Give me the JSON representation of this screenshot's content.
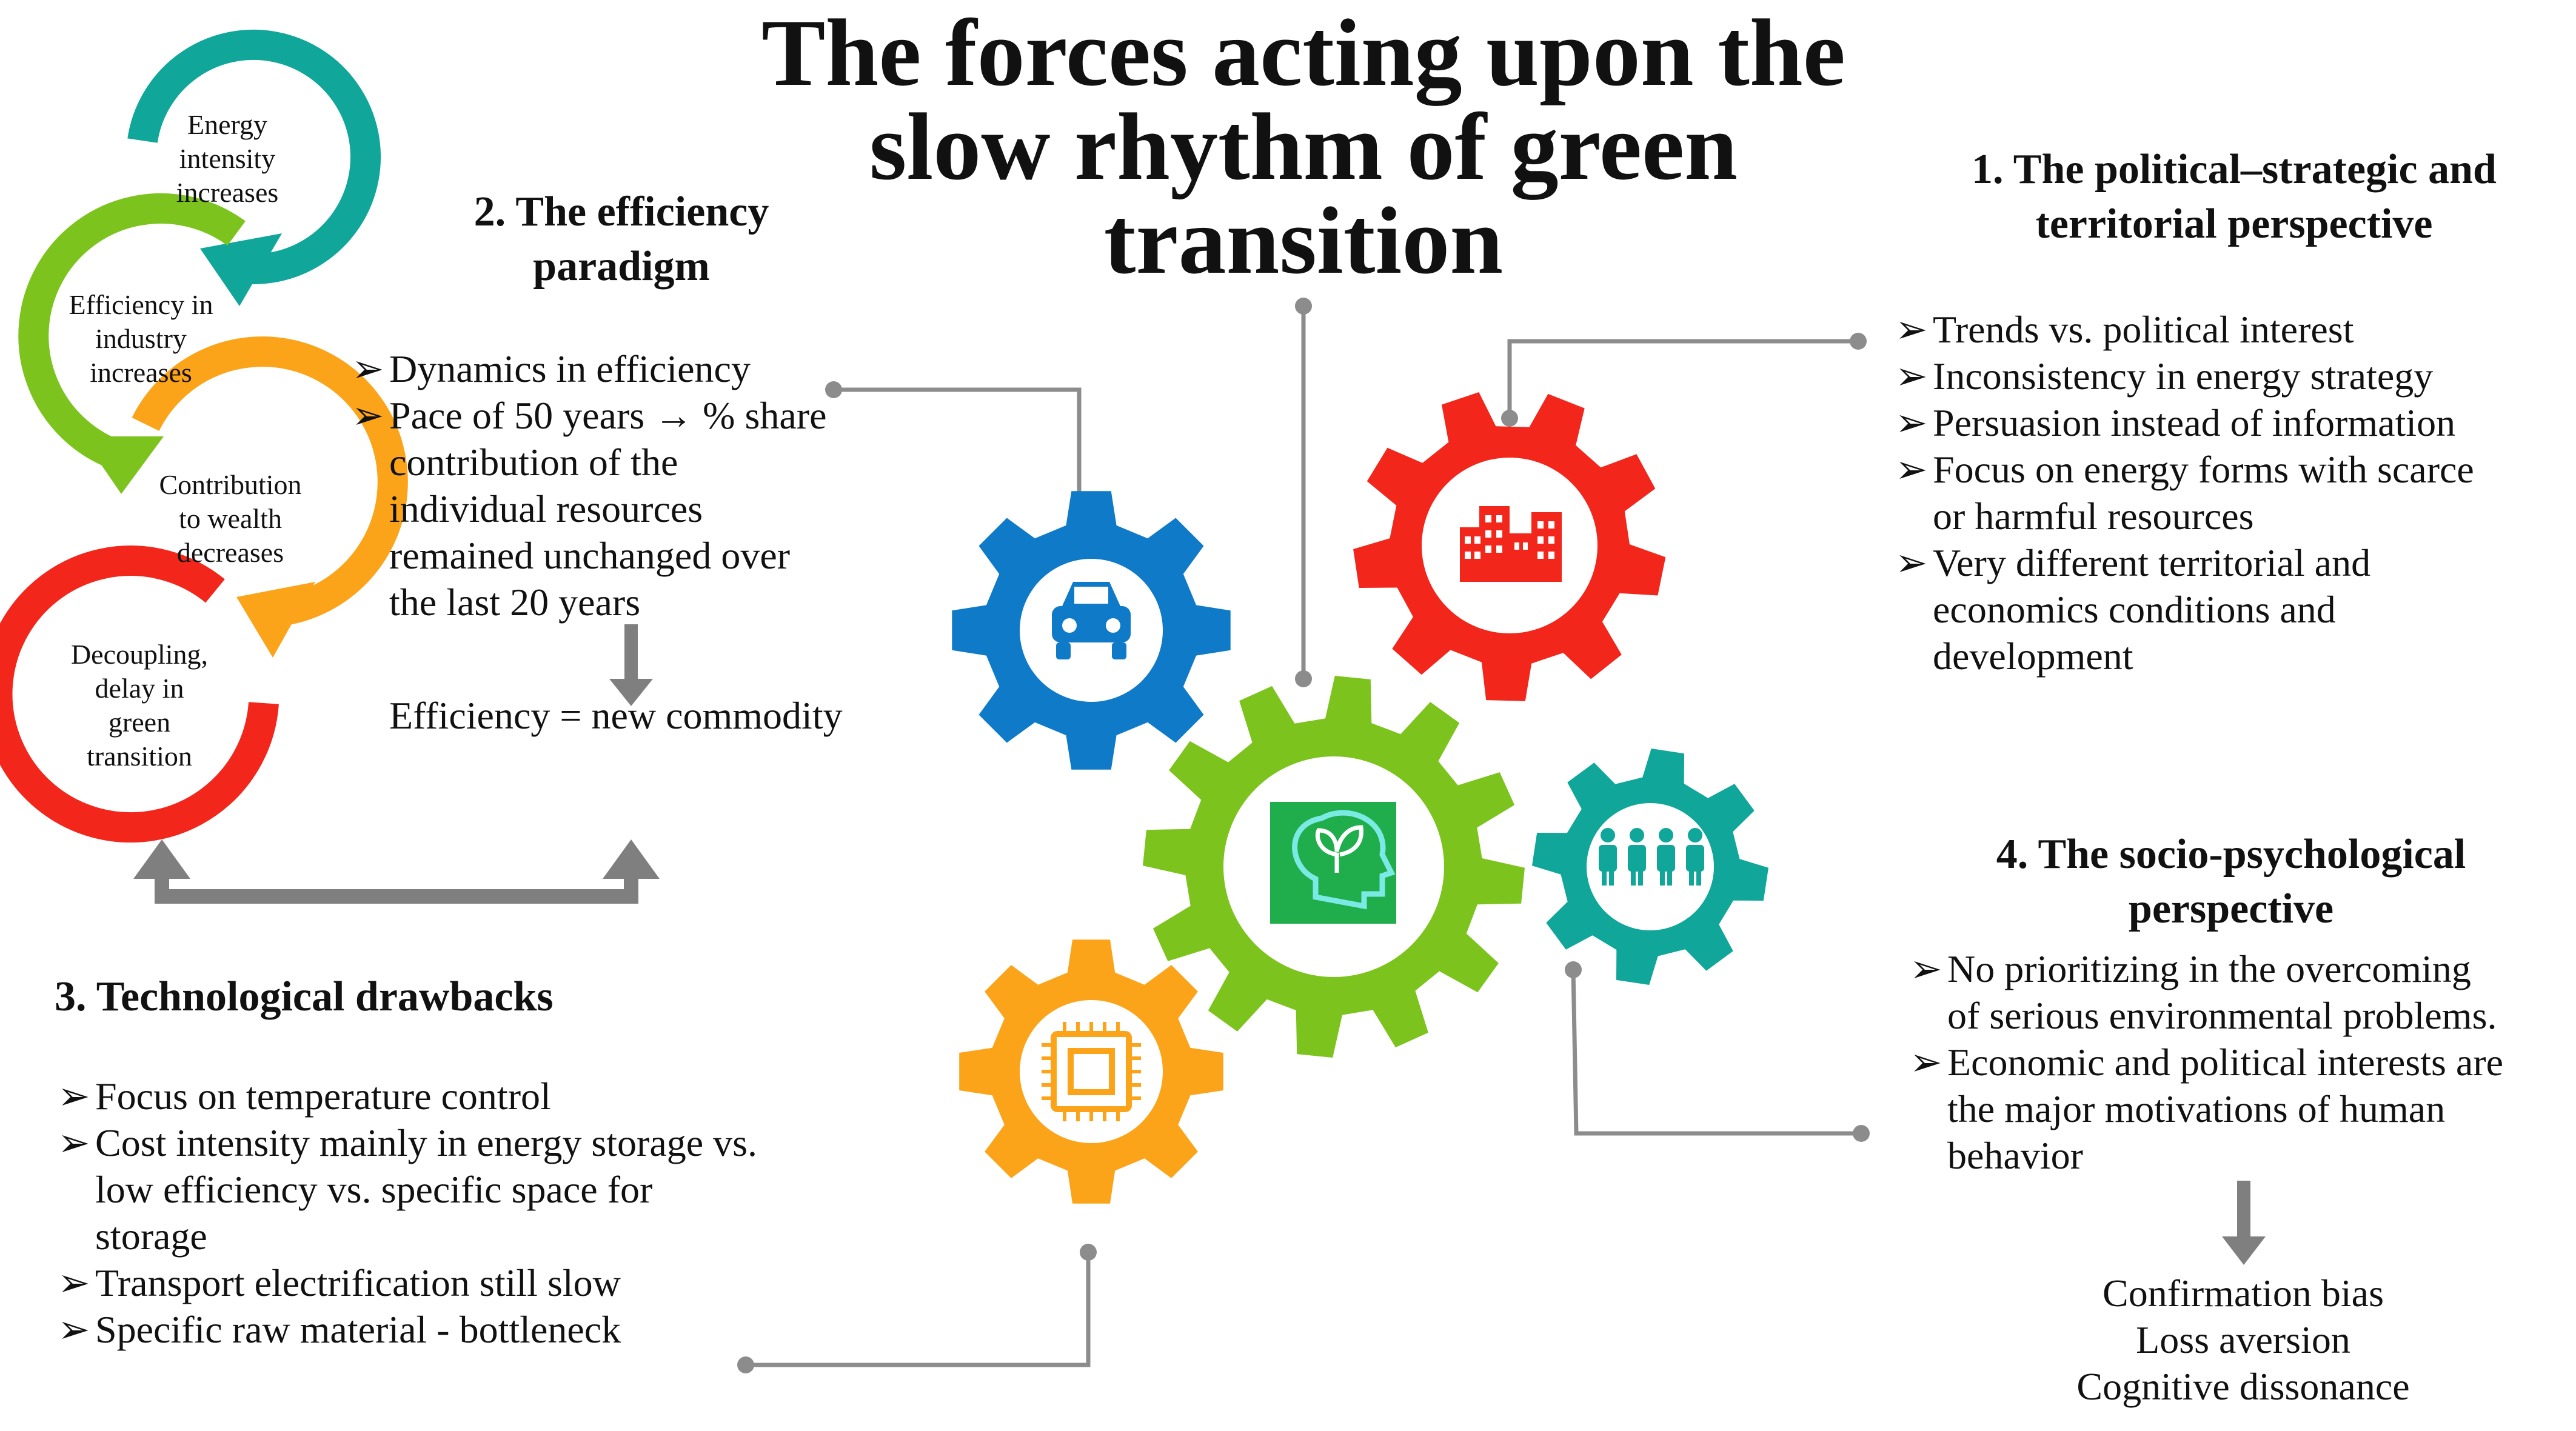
{
  "title": {
    "line1": "The forces acting upon the",
    "line2": "slow rhythm of green",
    "line3": "transition"
  },
  "cycle": [
    {
      "lines": [
        "Energy",
        "intensity",
        "increases"
      ],
      "color": "#10A69A"
    },
    {
      "lines": [
        "Efficiency in",
        "industry",
        "increases"
      ],
      "color": "#7CC41D"
    },
    {
      "lines": [
        "Contribution",
        "to wealth",
        "decreases"
      ],
      "color": "#FBA41A"
    },
    {
      "lines": [
        "Decoupling,",
        "delay in",
        "green",
        "transition"
      ],
      "color": "#F2261B"
    }
  ],
  "section1": {
    "heading_line1": "1. The political–strategic and",
    "heading_line2": "territorial perspective",
    "bullet_marker": "➢",
    "bullets": [
      [
        "Trends vs. political  interest"
      ],
      [
        "Inconsistency in energy strategy"
      ],
      [
        "Persuasion instead of information"
      ],
      [
        "Focus on energy forms with scarce",
        "or harmful resources"
      ],
      [
        "Very different territorial  and",
        "economics conditions  and",
        "development"
      ]
    ]
  },
  "section2": {
    "heading_line1": "2. The efficiency",
    "heading_line2": "paradigm",
    "bullet_marker": "➢",
    "bullets": [
      [
        "Dynamics in efficiency"
      ],
      [
        "Pace of 50 years → % share",
        "contribution of the",
        "individual resources",
        "remained unchanged over",
        "the last 20 years"
      ]
    ],
    "result": "Efficiency = new commodity"
  },
  "section3": {
    "heading": "3. Technological drawbacks",
    "bullet_marker": "➢",
    "bullets": [
      [
        "Focus on temperature control"
      ],
      [
        "Cost intensity mainly in energy storage vs.",
        "low efficiency vs. specific space for",
        "storage"
      ],
      [
        "Transport electrification  still slow"
      ],
      [
        "Specific raw material  - bottleneck"
      ]
    ]
  },
  "section4": {
    "heading_line1": "4. The socio-psychological",
    "heading_line2": "perspective",
    "bullet_marker": "➢",
    "bullets": [
      [
        "No prioritizing  in the overcoming",
        "of serious environmental problems."
      ],
      [
        "Economic and political  interests are",
        "the major motivations of human",
        "behavior"
      ]
    ],
    "results": [
      "Confirmation bias",
      "Loss aversion",
      "Cognitive dissonance"
    ]
  },
  "gears": [
    {
      "id": "car",
      "icon": "car-icon",
      "color": "#0F7AC8"
    },
    {
      "id": "city",
      "icon": "city-buildings-icon",
      "color": "#F2261B"
    },
    {
      "id": "center",
      "icon": "head-leaf-icon",
      "color": "#7CC41D"
    },
    {
      "id": "people",
      "icon": "people-group-icon",
      "color": "#10A69A"
    },
    {
      "id": "chip",
      "icon": "microchip-icon",
      "color": "#FBA41A"
    }
  ],
  "colors": {
    "connector": "#8C8C8C",
    "arrow": "#7F7F7F"
  }
}
